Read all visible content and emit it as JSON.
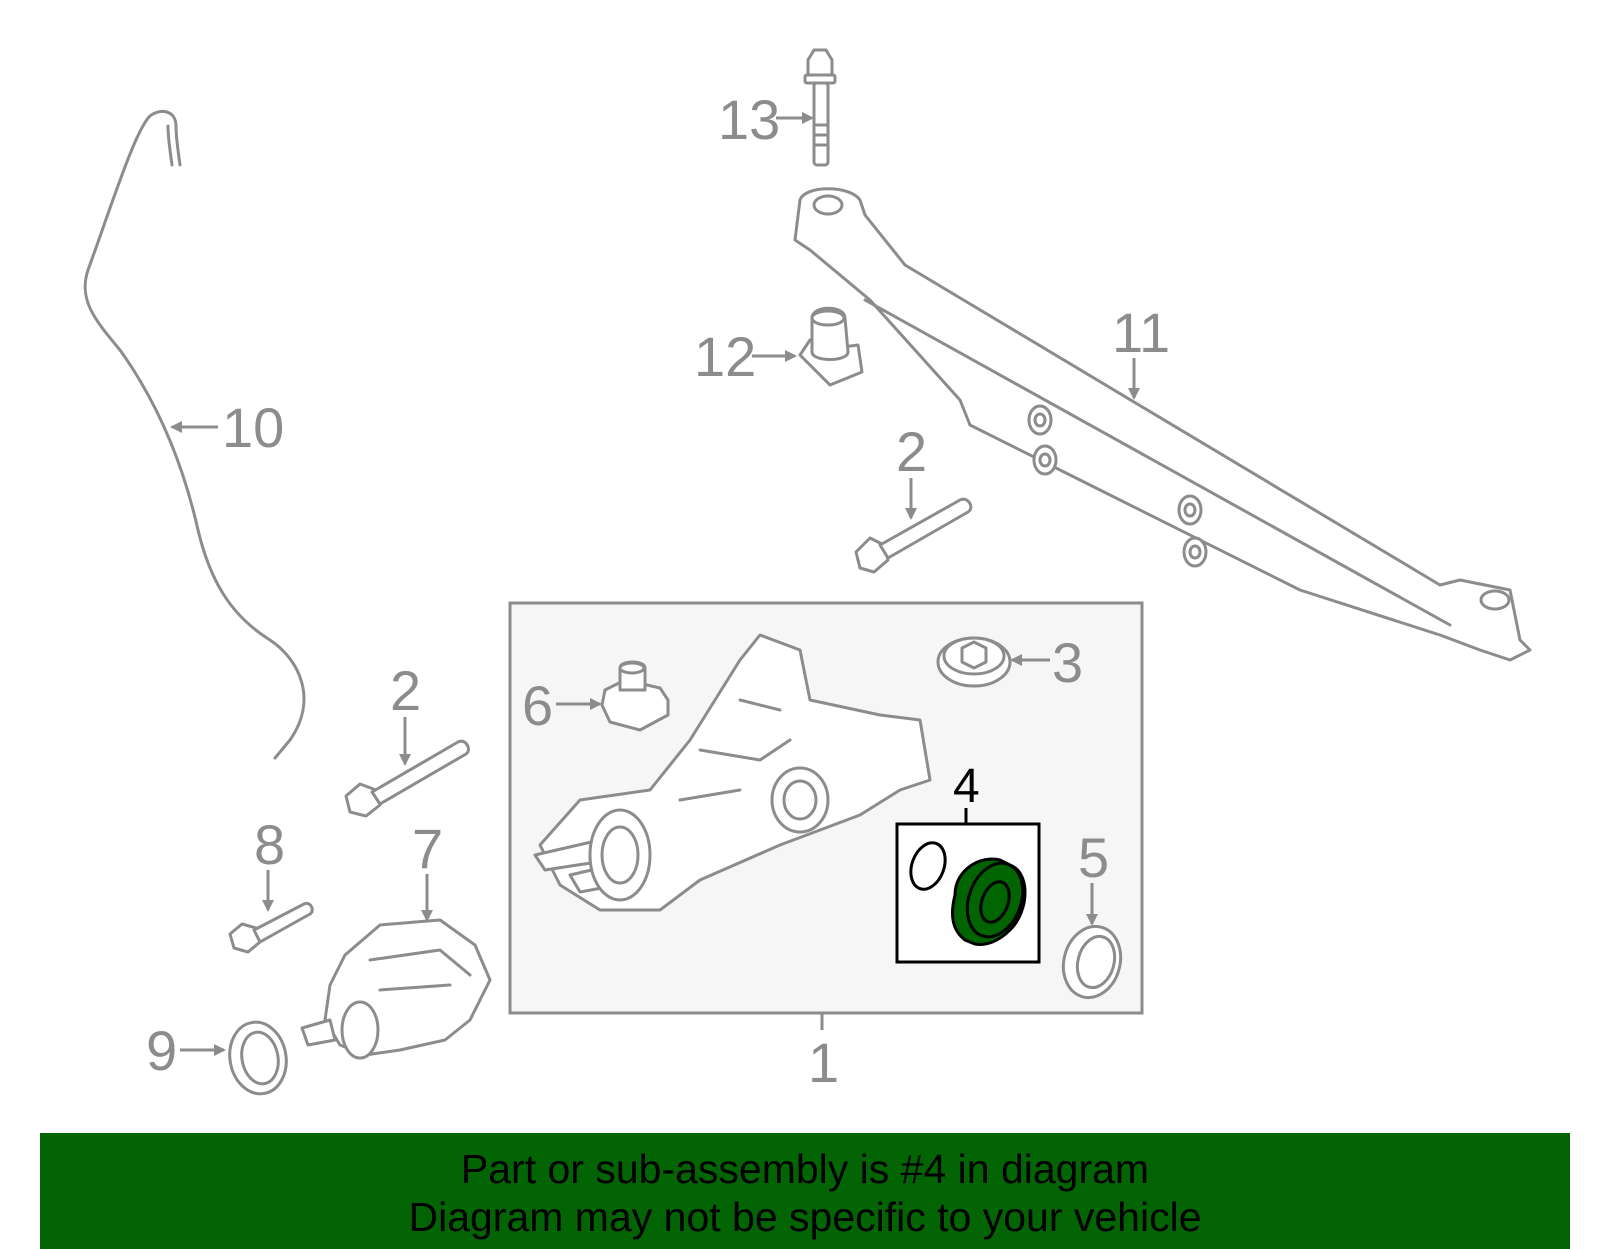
{
  "callouts": {
    "c1": "1",
    "c2a": "2",
    "c2b": "2",
    "c3": "3",
    "c4": "4",
    "c5": "5",
    "c6": "6",
    "c7": "7",
    "c8": "8",
    "c9": "9",
    "c10": "10",
    "c11": "11",
    "c12": "12",
    "c13": "13"
  },
  "highlighted_part": "4",
  "banner": {
    "line1": "Part or sub-assembly is #4 in diagram",
    "line2": "Diagram may not be specific to your vehicle"
  },
  "colors": {
    "outline": "#8c8c8c",
    "highlight_fill": "#006400",
    "banner_bg": "#036403",
    "assembly_box_fill": "#f6f6f6"
  }
}
